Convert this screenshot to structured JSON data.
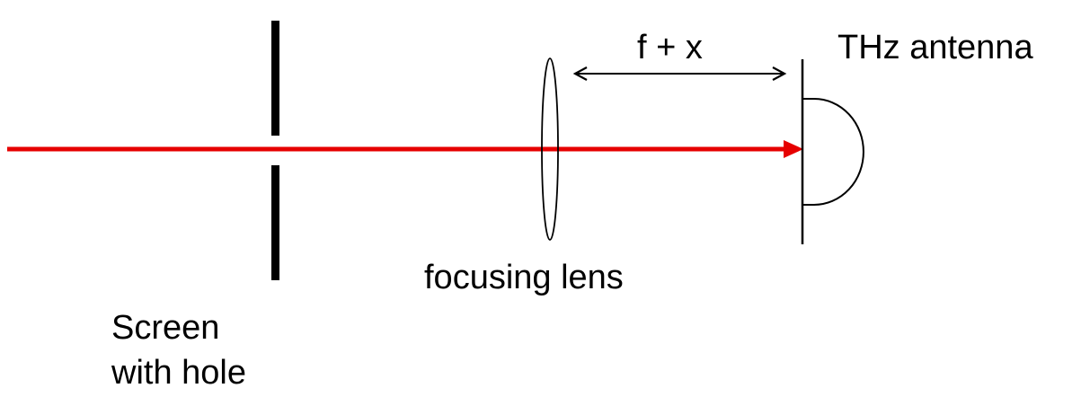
{
  "labels": {
    "distance": "f + x",
    "antenna": "THz antenna",
    "lens": "focusing lens",
    "screen_line1": "Screen",
    "screen_line2": "with hole"
  },
  "colors": {
    "beam": "#e60000",
    "ink": "#000000",
    "background": "#ffffff"
  }
}
